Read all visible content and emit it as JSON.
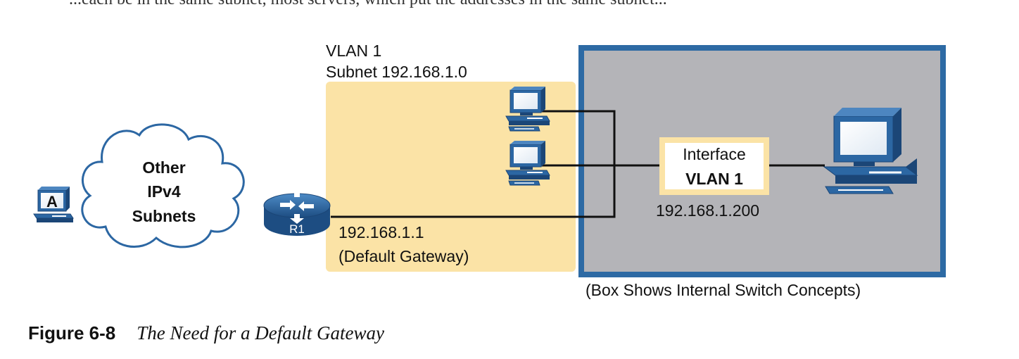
{
  "page": {
    "top_cut_text": "...each be in the same subnet, most servers, which put the addresses in the same subnet..."
  },
  "vlan_zone": {
    "name": "VLAN 1",
    "subnet": "Subnet 192.168.1.0"
  },
  "cloud": {
    "line1": "Other",
    "line2": "IPv4",
    "line3": "Subnets"
  },
  "host_a": {
    "label": "A"
  },
  "router": {
    "label": "R1",
    "address": "192.168.1.1",
    "role": "(Default Gateway)"
  },
  "switch_box": {
    "interface_line1": "Interface",
    "interface_line2": "VLAN 1",
    "address": "192.168.1.200",
    "note": "(Box Shows Internal Switch Concepts)"
  },
  "caption": {
    "number": "Figure 6-8",
    "title": "The Need for a Default Gateway"
  },
  "colors": {
    "vlan_fill": "#fbe3a6",
    "switch_fill": "#b4b4b8",
    "switch_border": "#2d6aa4",
    "device_blue": "#2c67a3",
    "device_dark": "#1b4677",
    "interface_border": "#fbe3a6"
  }
}
